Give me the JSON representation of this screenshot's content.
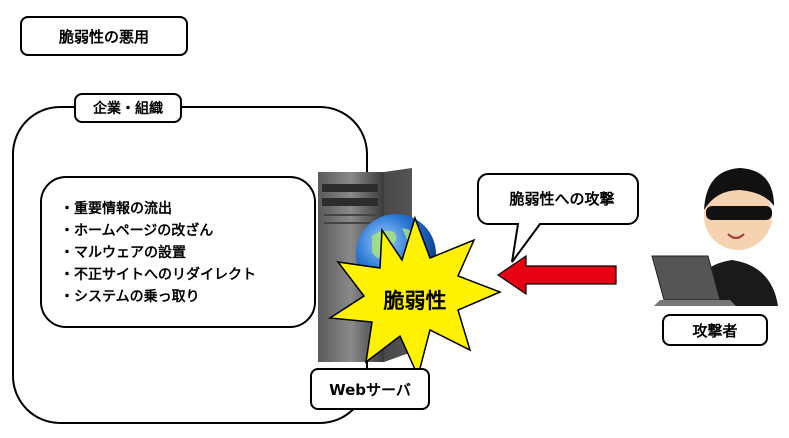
{
  "title": "脆弱性の悪用",
  "organization": {
    "label": "企業・組織",
    "impacts": [
      "・重要情報の流出",
      "・ホームページの改ざん",
      "・マルウェアの設置",
      "・不正サイトへのリダイレクト",
      "・システムの乗っ取り"
    ]
  },
  "server": {
    "label": "Webサーバ"
  },
  "vulnerability": {
    "label": "脆弱性",
    "color": "#fff200"
  },
  "attack": {
    "label": "脆弱性への攻撃",
    "arrow_color": "#e60012"
  },
  "attacker": {
    "label": "攻撃者"
  }
}
